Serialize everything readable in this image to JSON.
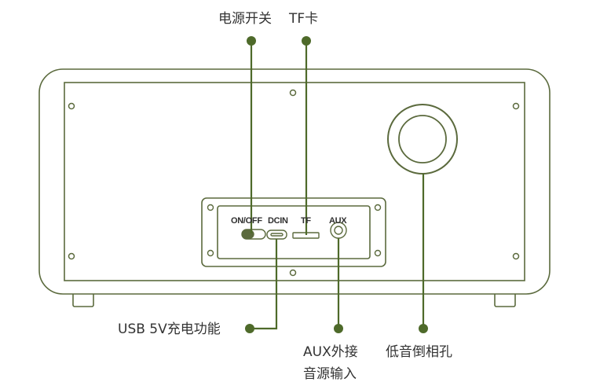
{
  "colors": {
    "outline": "#5b6a3d",
    "callout": "#4e6a2a",
    "dot": "#4e6a2a",
    "text": "#333333"
  },
  "callouts": {
    "power": "电源开关",
    "tf": "TF卡",
    "usb": "USB 5V充电功能",
    "aux": "AUX外接",
    "aux_line2": "音源输入",
    "bass": "低音倒相孔"
  },
  "panel": {
    "onoff": "ON/OFF",
    "dcin": "DCIN",
    "tf": "TF",
    "aux": "AUX"
  }
}
